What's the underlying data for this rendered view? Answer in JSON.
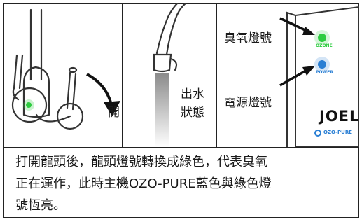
{
  "panel1": {
    "label": "開"
  },
  "panel2": {
    "label_line1": "出水",
    "label_line2": "狀態"
  },
  "panel3": {
    "ozone_label": "臭氧燈號",
    "power_label": "電源燈號",
    "device_brand": "JOEL",
    "led_ozone_text": "OZONE",
    "led_power_text": "POWER",
    "logo_text": "OZO-PURE",
    "colors": {
      "green_led": "#2ecc40",
      "blue_led": "#2a7fd4"
    }
  },
  "caption": {
    "line1": "打開龍頭後，龍頭燈號轉換成綠色，代表臭氧",
    "line2": "正在運作，此時主機OZO-PURE藍色與綠色燈",
    "line3": "號恆亮。"
  }
}
